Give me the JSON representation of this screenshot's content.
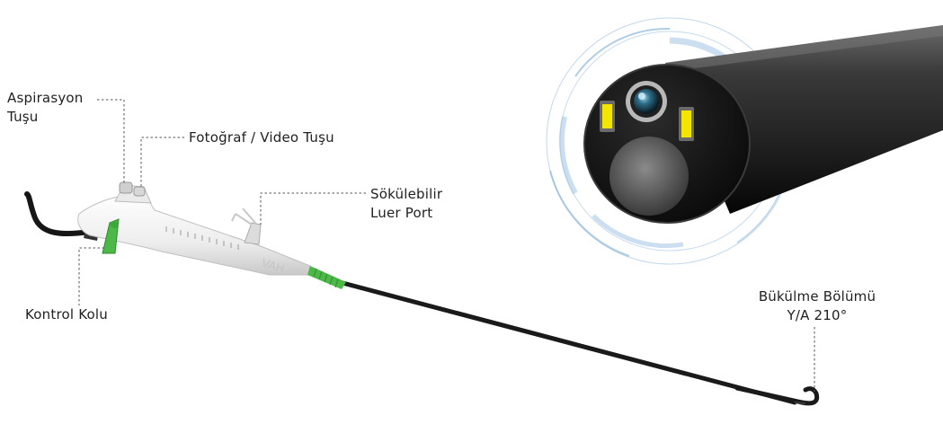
{
  "labels": {
    "aspirasyon": [
      "Aspirasyon",
      "Tuşu"
    ],
    "foto_video": "Fotoğraf / Video Tuşu",
    "luer_port": [
      "Sökülebilir",
      "Luer Port"
    ],
    "kontrol_kolu": "Kontrol Kolu",
    "bukulme": [
      "Bükülme Bölümü",
      "Y/A 210°"
    ]
  },
  "handle_logo": "VAH",
  "colors": {
    "text": "#1f1f1f",
    "leader_line": "#555555",
    "accent_green": "#4cb848",
    "handle_white": "#f2f2f2",
    "shaft": "#1a1a1a",
    "ring_blue": "#8fb8dd"
  }
}
